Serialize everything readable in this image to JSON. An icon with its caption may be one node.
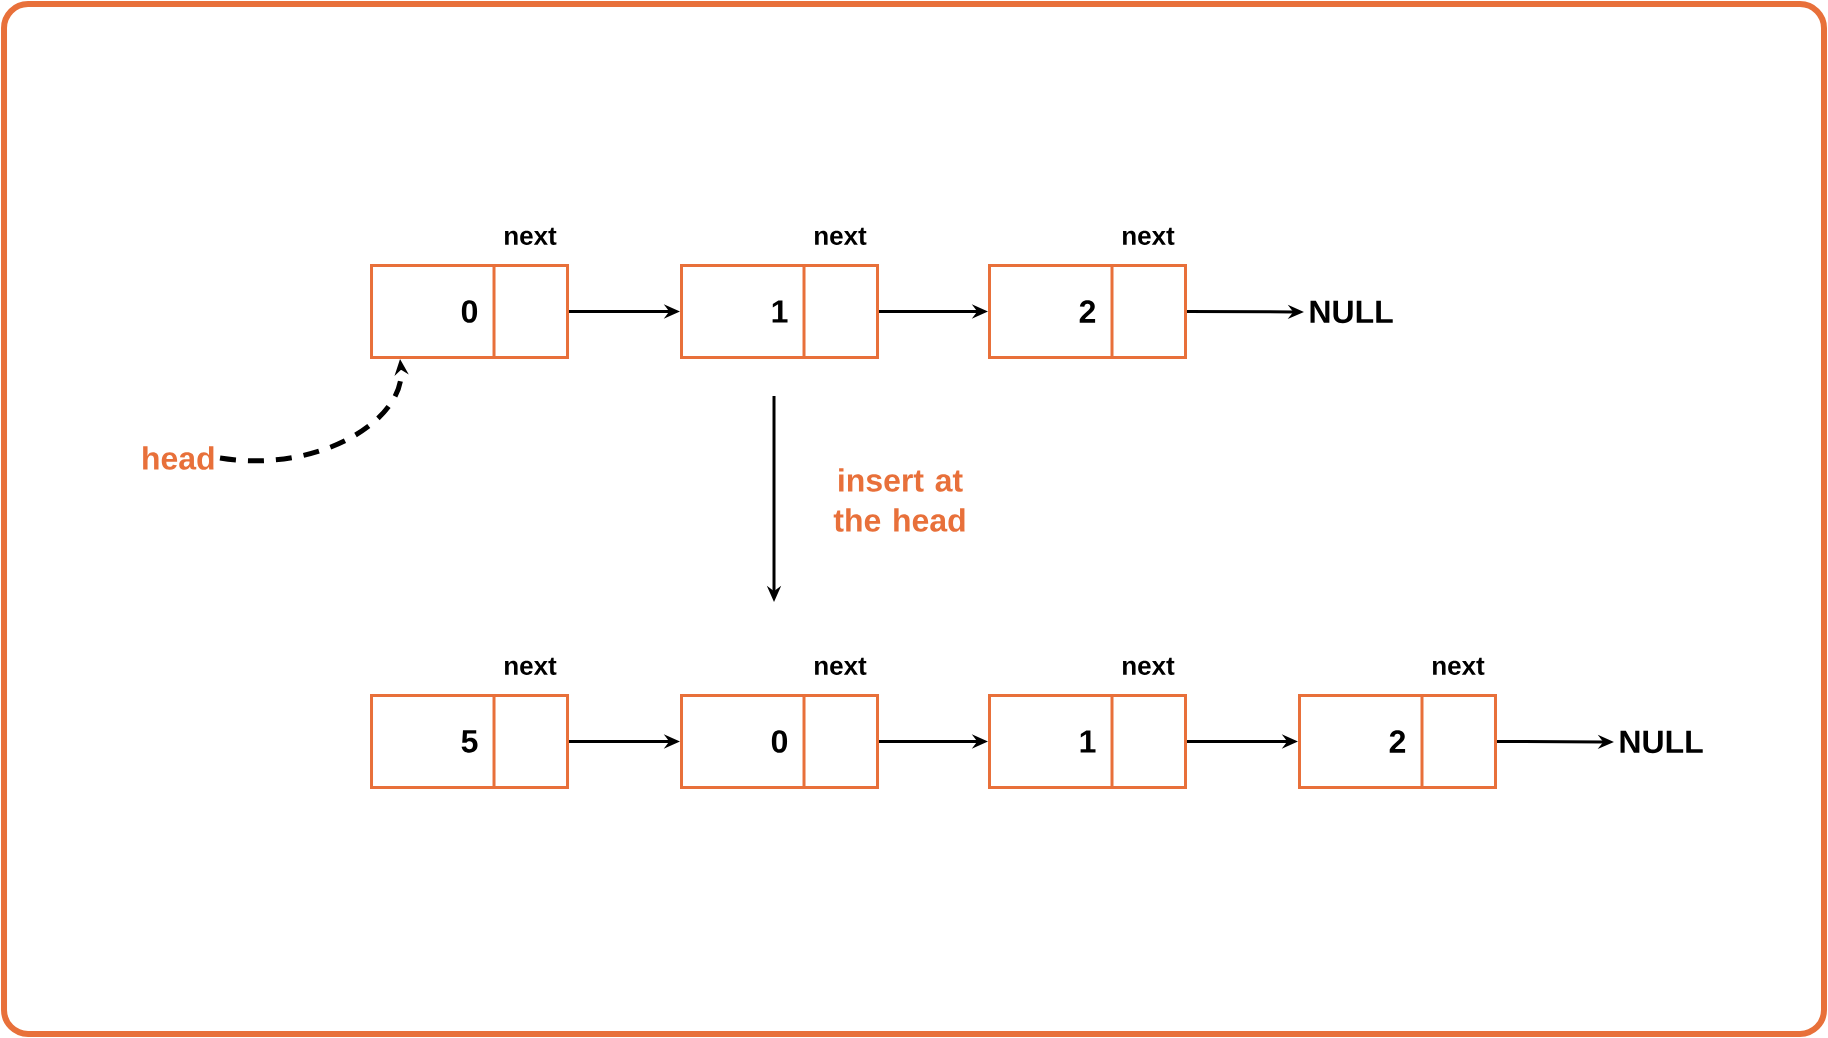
{
  "diagram": {
    "nodes": [
      {
        "text": [
          "0"
        ],
        "beside": [
          "next"
        ]
      },
      {
        "text": [
          "1"
        ],
        "beside": [
          "next"
        ]
      },
      {
        "text": [
          "2"
        ],
        "beside": [
          "next"
        ]
      },
      {
        "text": [
          "NULL"
        ]
      },
      {
        "text": [
          "head"
        ]
      },
      {
        "text": [
          "5"
        ],
        "beside": [
          "next"
        ]
      },
      {
        "text": [
          "0"
        ],
        "beside": [
          "next"
        ]
      },
      {
        "text": [
          "1"
        ],
        "beside": [
          "next"
        ]
      },
      {
        "text": [
          "2"
        ],
        "beside": [
          "next"
        ]
      },
      {
        "text": [
          "NULL"
        ]
      }
    ],
    "edges": [
      {
        "from": 0,
        "to": 1,
        "arrow": "to"
      },
      {
        "from": 1,
        "to": 2,
        "arrow": "to"
      },
      {
        "from": 2,
        "to": 3,
        "arrow": "to"
      },
      {
        "from": 4,
        "to": 0,
        "arrow": "to",
        "style": "dashed"
      },
      {
        "from": 5,
        "to": 6,
        "arrow": "to"
      },
      {
        "from": 6,
        "to": 7,
        "arrow": "to"
      },
      {
        "from": 7,
        "to": 8,
        "arrow": "to"
      },
      {
        "from": 8,
        "to": 9,
        "arrow": "to"
      }
    ],
    "labels": [
      "insert at the head"
    ]
  }
}
